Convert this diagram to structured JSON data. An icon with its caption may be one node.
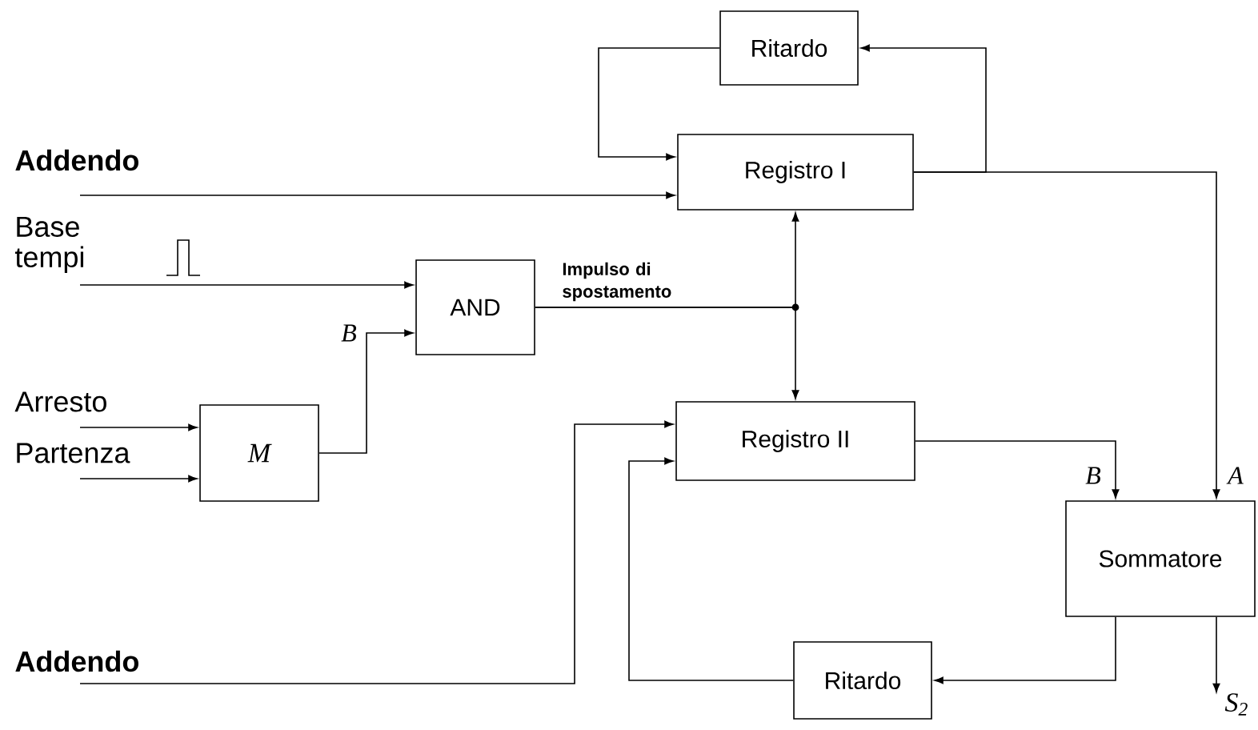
{
  "diagram": {
    "nodes": [
      {
        "text": [
          "Ritardo"
        ]
      },
      {
        "text": [
          "Registro I"
        ]
      },
      {
        "text": [
          "AND"
        ]
      },
      {
        "text": [
          "M"
        ]
      },
      {
        "text": [
          "Registro II"
        ]
      },
      {
        "text": [
          "Sommatore"
        ]
      },
      {
        "text": [
          "Ritardo"
        ]
      },
      {
        "text": [
          "Addendo"
        ]
      },
      {
        "text": [
          "Base tempi"
        ]
      },
      {
        "text": [
          "Arresto"
        ]
      },
      {
        "text": [
          "Partenza"
        ]
      },
      {
        "text": [
          "Addendo"
        ]
      },
      {
        "text": [
          "S$_{2}$"
        ]
      }
    ],
    "edges": [
      {
        "from": 7,
        "to": 1,
        "arrow": "to"
      },
      {
        "from": 1,
        "to": 0,
        "arrow": "to"
      },
      {
        "from": 0,
        "to": 1,
        "arrow": "to"
      },
      {
        "from": 1,
        "to": 5,
        "arrow": "to",
        "label": "A"
      },
      {
        "from": 8,
        "to": 2,
        "arrow": "to"
      },
      {
        "from": 3,
        "to": 2,
        "arrow": "to",
        "label": "B"
      },
      {
        "from": 2,
        "to": 1,
        "arrow": "to",
        "label": "Impulso di spostamento"
      },
      {
        "from": 2,
        "to": 4,
        "arrow": "to"
      },
      {
        "from": 9,
        "to": 3,
        "arrow": "to"
      },
      {
        "from": 10,
        "to": 3,
        "arrow": "to"
      },
      {
        "from": 11,
        "to": 4,
        "arrow": "to"
      },
      {
        "from": 4,
        "to": 5,
        "arrow": "to",
        "label": "B"
      },
      {
        "from": 5,
        "to": 6,
        "arrow": "to"
      },
      {
        "from": 6,
        "to": 4,
        "arrow": "to"
      },
      {
        "from": 5,
        "to": 12,
        "arrow": "to"
      }
    ]
  }
}
